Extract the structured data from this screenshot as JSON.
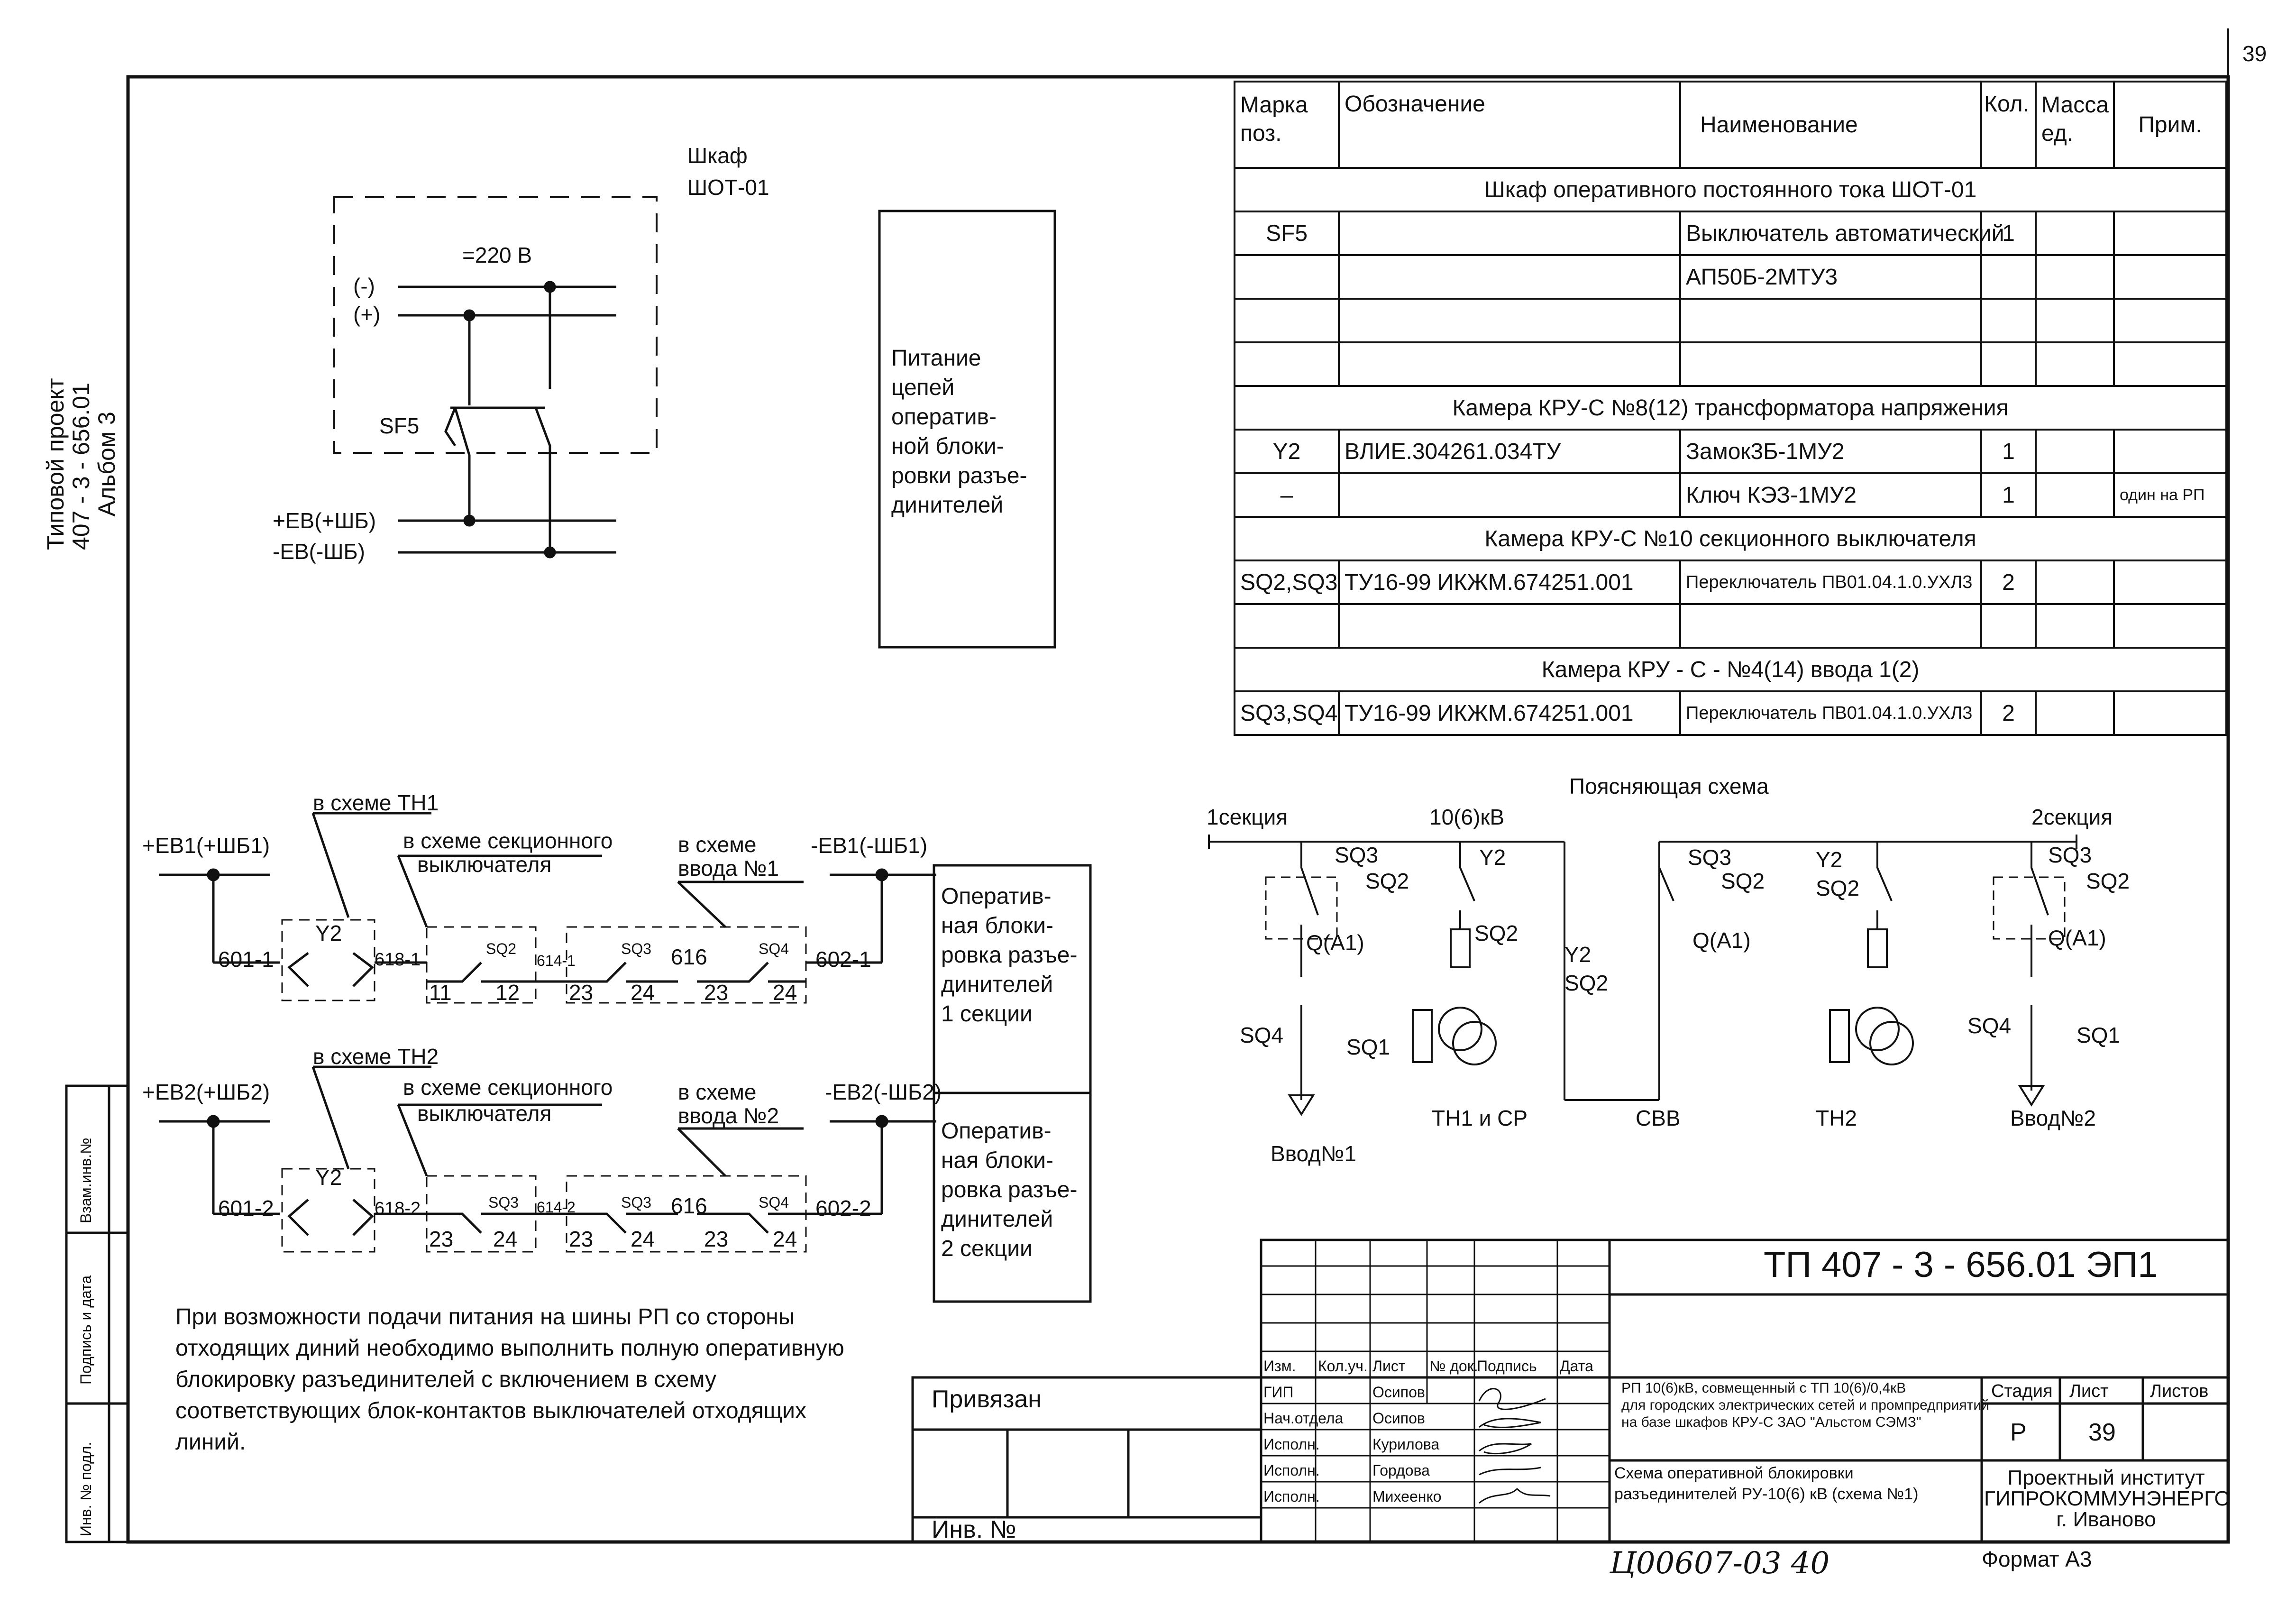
{
  "sheet_number_top": "39",
  "side_title": [
    "Типовой проект",
    "407 - 3 - 656.01",
    "Альбом 3"
  ],
  "left_stamp": [
    "Взам.инв.№",
    "Подпись и дата",
    "Инв. № подл."
  ],
  "cabinet": {
    "title": [
      "Шкаф",
      "ШОТ-01"
    ],
    "voltage": "=220 В",
    "minus": "(-)",
    "plus": "(+)",
    "breaker": "SF5",
    "ev_plus": "+ЕВ(+ШБ)",
    "ev_minus": "-ЕВ(-ШБ)"
  },
  "power_box_text": [
    "Питание",
    "цепей",
    "оператив-",
    "ной блоки-",
    "ровки разъе-",
    "динителей"
  ],
  "spec_table": {
    "headers": [
      [
        "Марка",
        "поз."
      ],
      "Обозначение",
      "Наименование",
      "Кол.",
      [
        "Масса",
        "ед."
      ],
      "Прим."
    ],
    "rows": [
      {
        "section": "Шкаф оперативного постоянного тока ШОТ-01"
      },
      {
        "cells": [
          "SF5",
          "",
          "Выключатель автоматический",
          "1",
          "",
          ""
        ]
      },
      {
        "cells": [
          "",
          "",
          "АП50Б-2МТУ3",
          "",
          "",
          ""
        ]
      },
      {
        "cells": [
          "",
          "",
          "",
          "",
          "",
          ""
        ]
      },
      {
        "cells": [
          "",
          "",
          "",
          "",
          "",
          ""
        ]
      },
      {
        "section": "Камера КРУ-С №8(12) трансформатора напряжения"
      },
      {
        "cells": [
          "Y2",
          "ВЛИЕ.304261.034ТУ",
          "Замок3Б-1МУ2",
          "1",
          "",
          ""
        ]
      },
      {
        "cells": [
          "–",
          "",
          "Ключ КЭЗ-1МУ2",
          "1",
          "",
          "один на РП"
        ]
      },
      {
        "section": "Камера КРУ-С №10 секционного выключателя"
      },
      {
        "cells": [
          "SQ2,SQ3",
          "ТУ16-99 ИКЖМ.674251.001",
          "Переключатель ПВ01.04.1.0.УХЛ3",
          "2",
          "",
          ""
        ]
      },
      {
        "cells": [
          "",
          "",
          "",
          "",
          "",
          ""
        ]
      },
      {
        "section": "Камера КРУ - С - №4(14) ввода 1(2)"
      },
      {
        "cells": [
          "SQ3,SQ4",
          "ТУ16-99 ИКЖМ.674251.001",
          "Переключатель ПВ01.04.1.0.УХЛ3",
          "2",
          "",
          ""
        ]
      }
    ]
  },
  "circuit1": {
    "left": "+ЕВ1(+ШБ1)",
    "right": "-ЕВ1(-ШБ1)",
    "th": "в схеме ТН1",
    "sec": "в схеме секционного",
    "sec2": "выключателя",
    "inp": "в схеме",
    "inp2": "ввода №1",
    "y2": "Y2",
    "w1": "601-1",
    "w2": "618-1",
    "w3": "614-1",
    "w4": "616",
    "w5": "602-1",
    "sq_a": "SQ2",
    "sq_b": "SQ3",
    "sq_c": "SQ4",
    "n1": "11",
    "n2": "12",
    "n3": "23",
    "n4": "24",
    "n5": "23",
    "n6": "24",
    "box": [
      "Оператив-",
      "ная блоки-",
      "ровка разъе-",
      "динителей",
      "1 секции"
    ]
  },
  "circuit2": {
    "left": "+ЕВ2(+ШБ2)",
    "right": "-ЕВ2(-ШБ2)",
    "th": "в схеме ТН2",
    "sec": "в схеме секционного",
    "sec2": "выключателя",
    "inp": "в схеме",
    "inp2": "ввода №2",
    "y2": "Y2",
    "w1": "601-2",
    "w2": "618-2",
    "w3": "614-2",
    "w4": "616",
    "w5": "602-2",
    "sq_a": "SQ3",
    "sq_b": "SQ3",
    "sq_c": "SQ4",
    "n1": "23",
    "n2": "24",
    "n3": "23",
    "n4": "24",
    "n5": "23",
    "n6": "24",
    "box": [
      "Оператив-",
      "ная блоки-",
      "ровка разъе-",
      "динителей",
      "2 секции"
    ]
  },
  "explain": {
    "title": "Поясняющая схема",
    "sec1": "1секция",
    "kv": "10(6)кВ",
    "sec2": "2секция",
    "labels": [
      "SQ3",
      "SQ2",
      "Q(A1)",
      "SQ4",
      "SQ1",
      "Y2",
      "SQ2",
      "Y2",
      "SQ2",
      "SQ3",
      "SQ2",
      "Q(A1)",
      "Y2",
      "SQ2",
      "SQ3",
      "SQ2",
      "Q(A1)",
      "SQ4",
      "SQ1"
    ],
    "names": [
      "Ввод№1",
      "ТН1 и СР",
      "СВВ",
      "ТН2",
      "Ввод№2"
    ]
  },
  "note": "При возможности подачи питания на шины РП со стороны отходящих диний необходимо выполнить полную оперативную блокировку разъединителей с включением в схему соответствующих блок-контактов выключателей отходящих линий.",
  "title_block": {
    "code": "ТП  407 - 3 - 656.01     ЭП1",
    "privyazan": "Привязан",
    "inv": "Инв. №",
    "cols": [
      "Изм.",
      "Кол.уч.",
      "Лист",
      "№ док.",
      "Подпись",
      "Дата"
    ],
    "roles": [
      "ГИП",
      "Нач.отдела",
      "Исполн.",
      "Исполн.",
      "Исполн."
    ],
    "names": [
      "Осипов",
      "Осипов",
      "Курилова",
      "Гордова",
      "Михеенко"
    ],
    "desc1": [
      "РП 10(6)кВ, совмещенный с ТП 10(6)/0,4кВ",
      "для городских электрических сетей и промпредприятий",
      "на базе шкафов КРУ-С ЗАО \"Альстом СЭМЗ\""
    ],
    "desc2": [
      "Схема оперативной блокировки",
      "разъединителей РУ-10(6) кВ (схема №1)"
    ],
    "stage_h": "Стадия",
    "sheet_h": "Лист",
    "sheets_h": "Листов",
    "stage": "Р",
    "sheet": "39",
    "org": [
      "Проектный институт",
      "ГИПРОКОММУНЭНЕРГО",
      "г. Иваново"
    ],
    "handwritten": "Ц00607-03   40",
    "format": "Формат А3"
  }
}
